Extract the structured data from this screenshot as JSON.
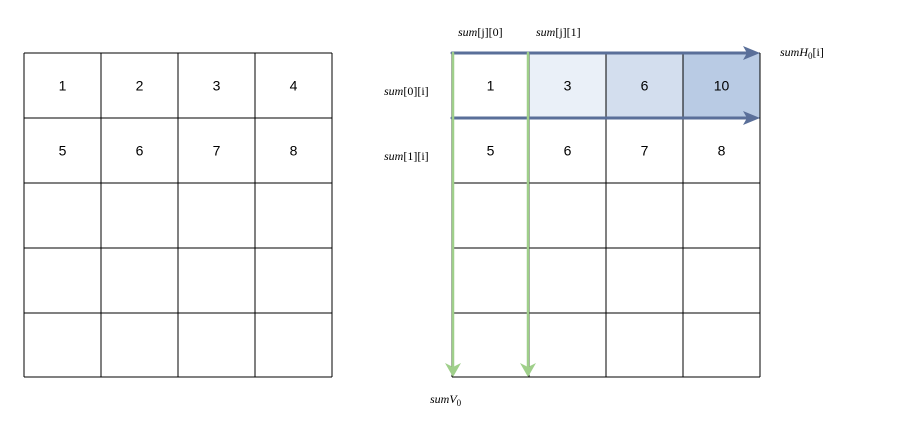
{
  "left_grid": {
    "rows": [
      [
        "1",
        "2",
        "3",
        "4"
      ],
      [
        "5",
        "6",
        "7",
        "8"
      ],
      [
        "",
        "",
        "",
        ""
      ],
      [
        "",
        "",
        "",
        ""
      ],
      [
        "",
        "",
        "",
        ""
      ]
    ]
  },
  "right_grid": {
    "rows": [
      [
        "1",
        "3",
        "6",
        "10"
      ],
      [
        "5",
        "6",
        "7",
        "8"
      ],
      [
        "",
        "",
        "",
        ""
      ],
      [
        "",
        "",
        "",
        ""
      ],
      [
        "",
        "",
        "",
        ""
      ]
    ],
    "row0_fill_colors": [
      "#ffffff",
      "#eaf0f8",
      "#d3deee",
      "#b9cbe4"
    ]
  },
  "labels": {
    "col0": {
      "name": "sum",
      "index": "[j][0]"
    },
    "col1": {
      "name": "sum",
      "index": "[j][1]"
    },
    "row0": {
      "name": "sum",
      "index": "[0][i]"
    },
    "row1": {
      "name": "sum",
      "index": "[1][i]"
    },
    "sumH": {
      "name": "sumH",
      "sub": "0",
      "index": "[i]"
    },
    "sumV": {
      "name": "sumV",
      "sub": "0"
    }
  },
  "colors": {
    "horizontal_arrow": "#5a6f99",
    "vertical_arrow": "#9fcf8a",
    "grid_line": "#000000"
  }
}
